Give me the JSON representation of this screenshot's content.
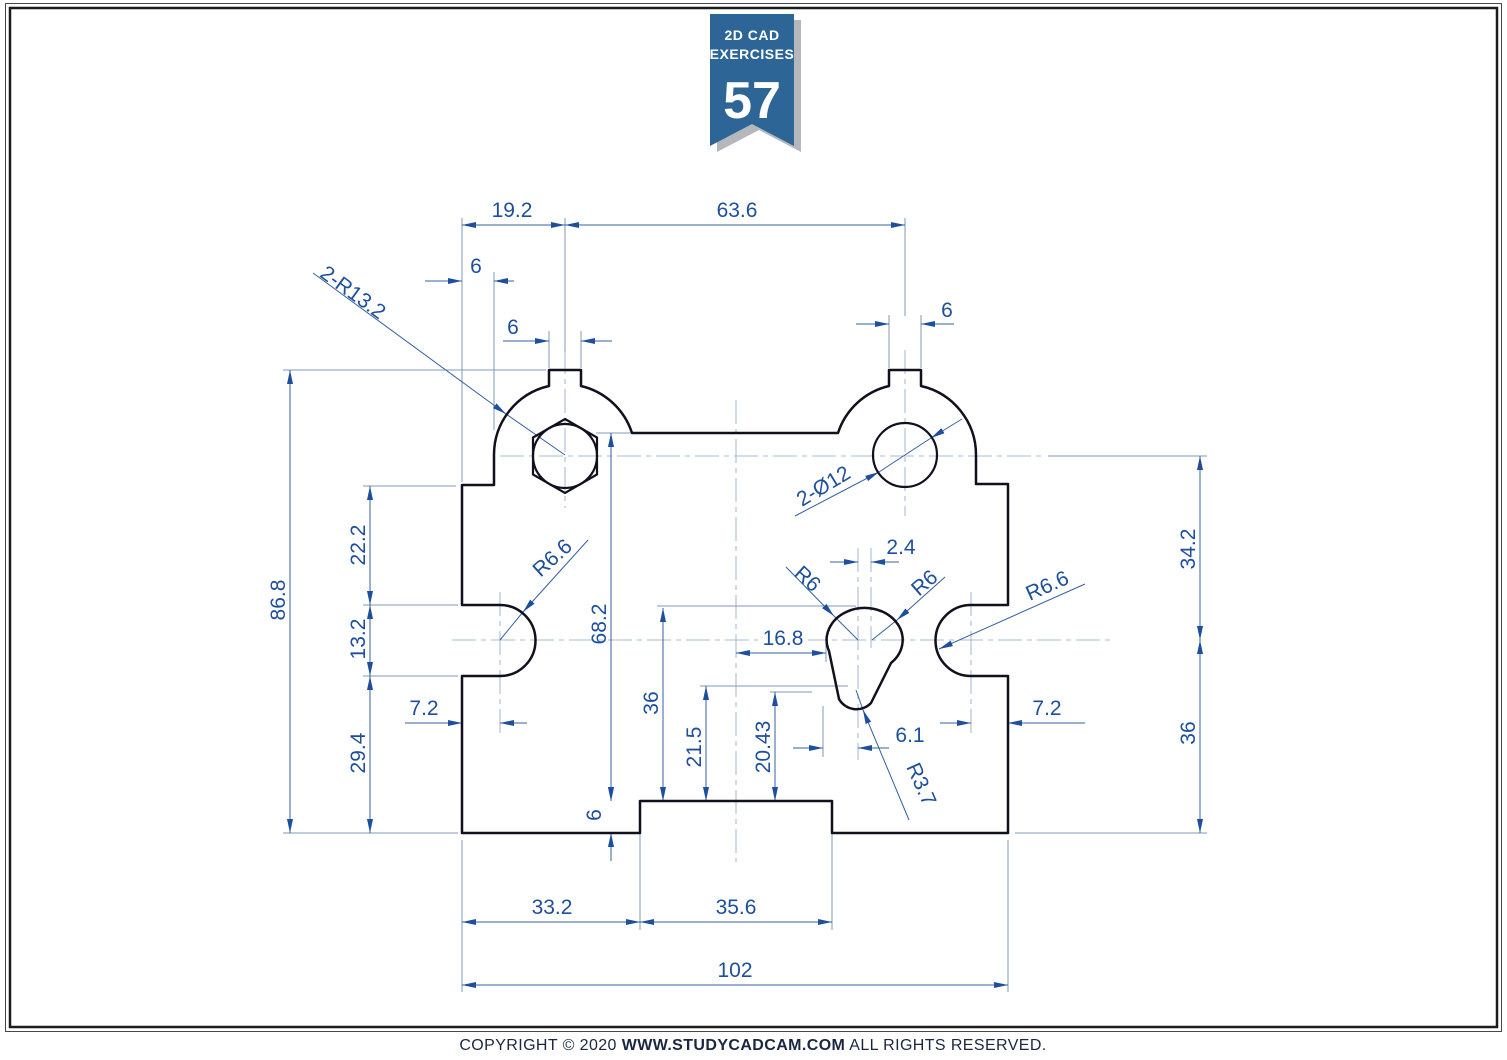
{
  "ribbon": {
    "line1": "2D CAD",
    "line2": "EXERCISES",
    "number": "57"
  },
  "footer": {
    "prefix": "COPYRIGHT © 2020 ",
    "site": "WWW.STUDYCADCAM.COM",
    "suffix": " ALL RIGHTS RESERVED."
  },
  "dims": {
    "slot_offset": "19.2",
    "boss_spacing": "63.6",
    "edge_to_boss": "6",
    "slot_width_left": "6",
    "slot_width_right": "6",
    "boss_radius": "2-R13.2",
    "hole_diameter": "2-Ø12",
    "total_height": "86.8",
    "shoulder_to_slot": "22.2",
    "side_slot_height": "13.2",
    "slot_to_bottom": "29.4",
    "side_slot_depth_left": "7.2",
    "side_slot_radius_left": "R6.6",
    "web_to_notch": "68.2",
    "teardrop_to_notch": "36",
    "r37_center_to_notch": "21.5",
    "tangent_to_notch": "20.43",
    "notch_depth": "6",
    "center_to_teardrop": "16.8",
    "teardrop_radius_left": "R6",
    "teardrop_radius_right": "R6",
    "teardrop_center_offset": "2.4",
    "teardrop_bottom_offset": "6.1",
    "teardrop_bottom_radius": "R3.7",
    "side_slot_radius_right": "R6.6",
    "side_slot_depth_right": "7.2",
    "boss_to_slot_center": "34.2",
    "slot_center_to_bottom": "36",
    "edge_to_notch": "33.2",
    "notch_width": "35.6",
    "total_width": "102"
  },
  "colors": {
    "dimension": "#1d4f9c",
    "dimension_line": "#35609f",
    "extension_line": "#7e99bd",
    "centerline": "#a9bbd5",
    "outline": "#10101e",
    "ribbon": "#2d6597",
    "ribbon_shadow": "#b4b7bc",
    "footer_text": "#1a2742"
  }
}
